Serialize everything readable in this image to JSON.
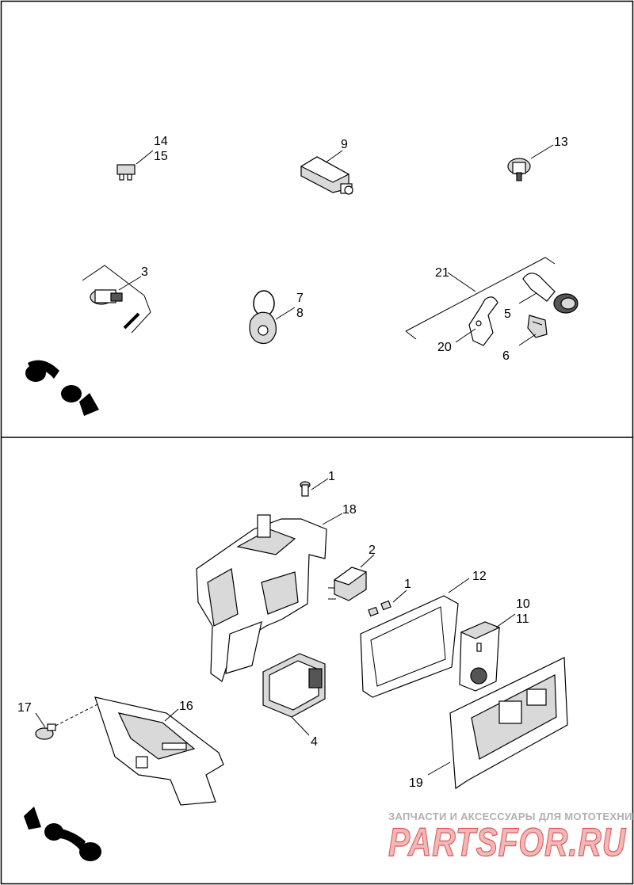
{
  "watermark": {
    "tagline": "ЗАПЧАСТИ И АКСЕССУАРЫ ДЛЯ МОТОТЕХНИКИ",
    "logo": "PARTSFOR.RU"
  },
  "callouts": {
    "c14": "14",
    "c15": "15",
    "c9": "9",
    "c13": "13",
    "c3": "3",
    "c7": "7",
    "c8": "8",
    "c21": "21",
    "c5": "5",
    "c20": "20",
    "c6": "6",
    "c1a": "1",
    "c18": "18",
    "c2": "2",
    "c1b": "1",
    "c12": "12",
    "c10": "10",
    "c11": "11",
    "c17": "17",
    "c16": "16",
    "c4": "4",
    "c19": "19"
  },
  "colors": {
    "line": "#000000",
    "watermark_red": "#d55555",
    "watermark_gray": "#b0b0b0"
  }
}
